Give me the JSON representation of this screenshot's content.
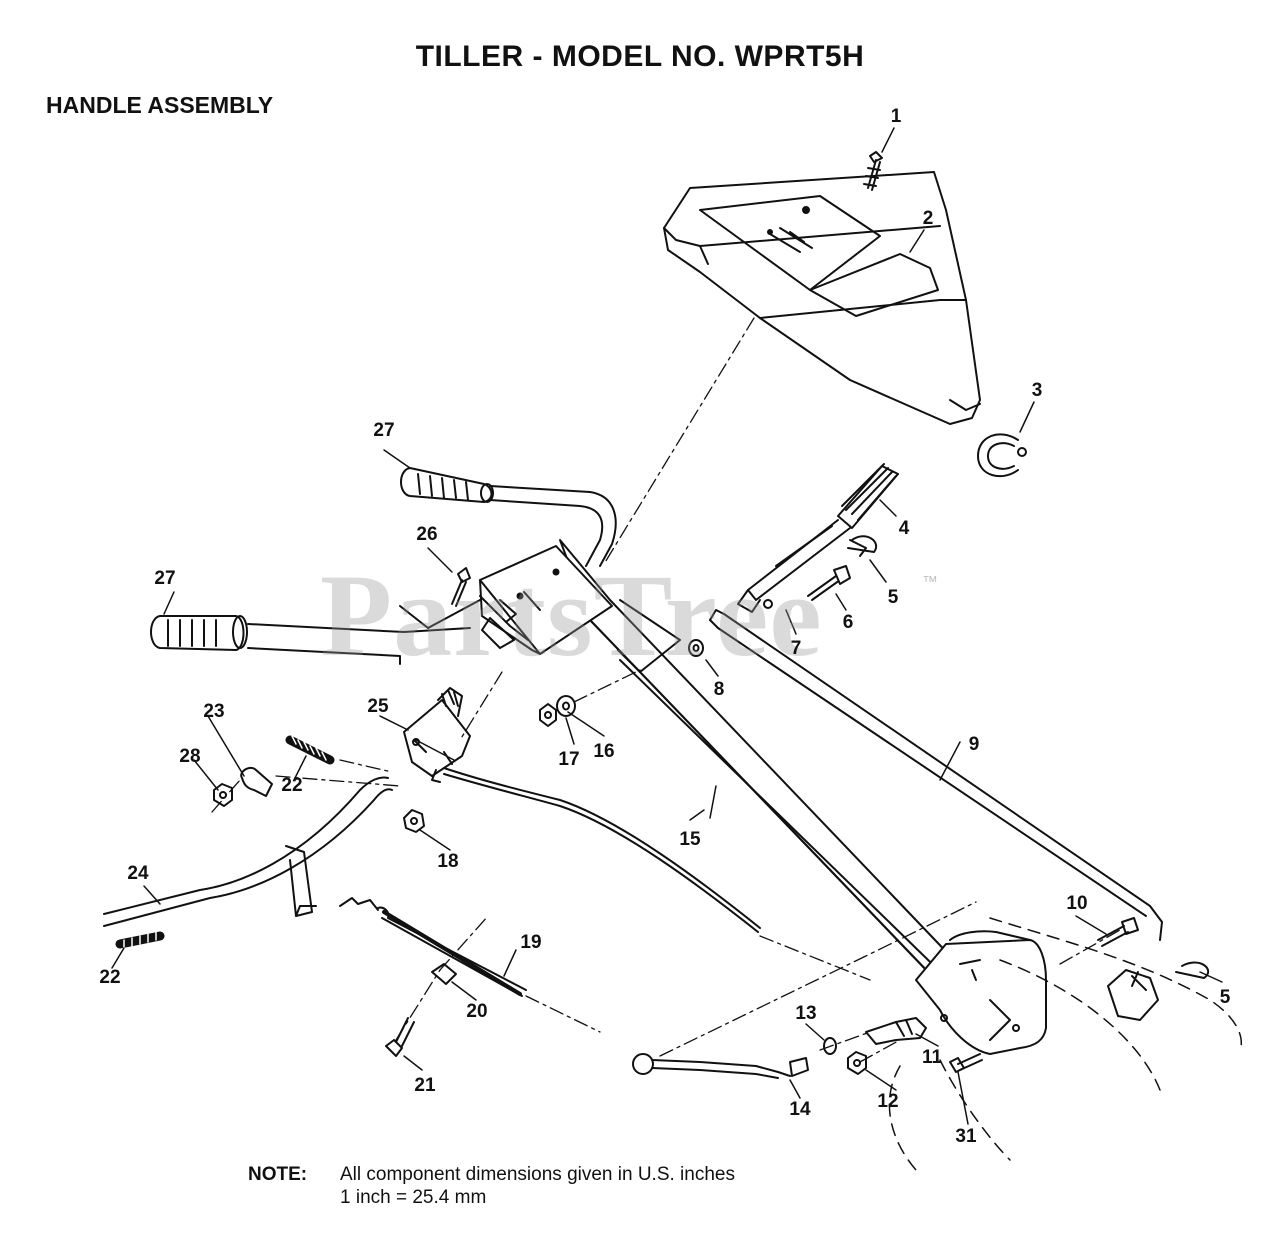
{
  "header": {
    "title": "TILLER - MODEL NO. WPRT5H",
    "subtitle": "HANDLE ASSEMBLY"
  },
  "watermark": {
    "text": "PartsTree",
    "trademark": "™"
  },
  "callouts": {
    "c1": "1",
    "c2": "2",
    "c3": "3",
    "c4": "4",
    "c5a": "5",
    "c5b": "5",
    "c6": "6",
    "c7": "7",
    "c8": "8",
    "c9": "9",
    "c10": "10",
    "c11": "11",
    "c12": "12",
    "c13": "13",
    "c14": "14",
    "c15": "15",
    "c16": "16",
    "c17": "17",
    "c18": "18",
    "c19": "19",
    "c20": "20",
    "c21": "21",
    "c22a": "22",
    "c22b": "22",
    "c23": "23",
    "c24": "24",
    "c25": "25",
    "c26": "26",
    "c27a": "27",
    "c27b": "27",
    "c28": "28",
    "c31": "31"
  },
  "note": {
    "label": "NOTE:",
    "line1": "All component dimensions given in U.S. inches",
    "line2": "1 inch = 25.4 mm"
  }
}
